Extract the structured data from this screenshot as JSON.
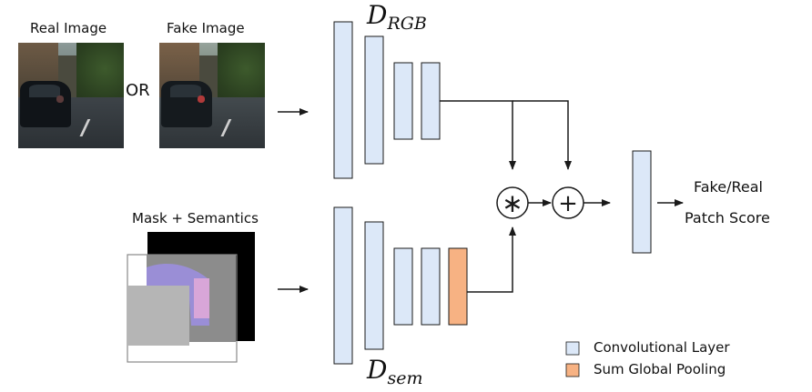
{
  "inputs": {
    "real_image_label": "Real Image",
    "fake_image_label": "Fake Image",
    "or_label": "OR",
    "mask_label": "Mask + Semantics"
  },
  "branches": {
    "rgb_label_main": "D",
    "rgb_label_sub": "RGB",
    "sem_label_main": "D",
    "sem_label_sub": "sem"
  },
  "operators": {
    "multiply_symbol": "∗",
    "add_symbol": "+"
  },
  "output": {
    "line1": "Fake/Real",
    "line2": "Patch Score"
  },
  "legend": {
    "conv_label": "Convolutional Layer",
    "pool_label": "Sum Global Pooling"
  },
  "colors": {
    "conv_fill": "#dce8f8",
    "pool_fill": "#f7b283",
    "stroke": "#1a1a1a",
    "mask_black": "#000000",
    "mask_gray": "#8c8c8c",
    "mask_light": "#b5b5b5",
    "mask_purple": "#9a8ed6",
    "mask_pink": "#d8a6d8"
  }
}
